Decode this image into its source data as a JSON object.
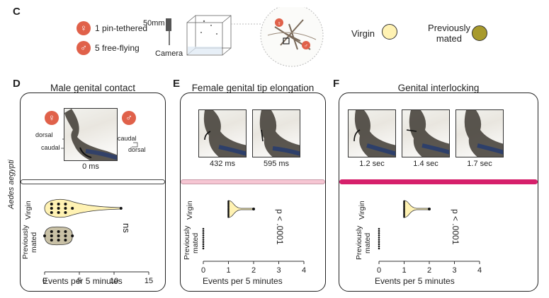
{
  "panel_c": {
    "letter": "C",
    "legend": [
      {
        "symbol": "♀",
        "label": "1 pin-tethered"
      },
      {
        "symbol": "♂",
        "label": "5 free-flying"
      }
    ],
    "lens_label": "50mm",
    "camera_label": "Camera",
    "virgin_label": "Virgin",
    "mated_label_1": "Previously",
    "mated_label_2": "mated",
    "virgin_color": "#fff2b3",
    "mated_color": "#a89a2c",
    "badge_color": "#e0614a"
  },
  "species_label": "Aedes aegypti",
  "panels": [
    {
      "letter": "D",
      "title": "Male genital contact",
      "frames": [
        "0 ms"
      ],
      "female_symbol": "♀",
      "male_symbol": "♂",
      "orient_left": [
        "dorsal",
        "caudal"
      ],
      "orient_right": [
        "caudal",
        "dorsal"
      ],
      "bar_color": "#ffffff",
      "stat": "ns",
      "xticks": [
        "0",
        "5",
        "10",
        "15"
      ],
      "xlabel": "Events per 5 minutes",
      "ylabel_virgin": "Virgin",
      "ylabel_mated_1": "Previously",
      "ylabel_mated_2": "mated"
    },
    {
      "letter": "E",
      "title": "Female genital tip elongation",
      "frames": [
        "432 ms",
        "595 ms"
      ],
      "bar_color": "#f6c6d3",
      "stat": "p < .0001",
      "xticks": [
        "0",
        "1",
        "2",
        "3",
        "4"
      ],
      "xlabel": "Events per 5 minutes",
      "ylabel_virgin": "Virgin",
      "ylabel_mated_1": "Previously",
      "ylabel_mated_2": "mated"
    },
    {
      "letter": "F",
      "title": "Genital interlocking",
      "frames": [
        "1.2 sec",
        "1.4 sec",
        "1.7 sec"
      ],
      "bar_color": "#d6206b",
      "stat": "p < .0001",
      "xticks": [
        "0",
        "1",
        "2",
        "3",
        "4"
      ],
      "xlabel": "Events per 5 minutes",
      "ylabel_virgin": "Virgin",
      "ylabel_mated_1": "Previously",
      "ylabel_mated_2": "mated"
    }
  ]
}
